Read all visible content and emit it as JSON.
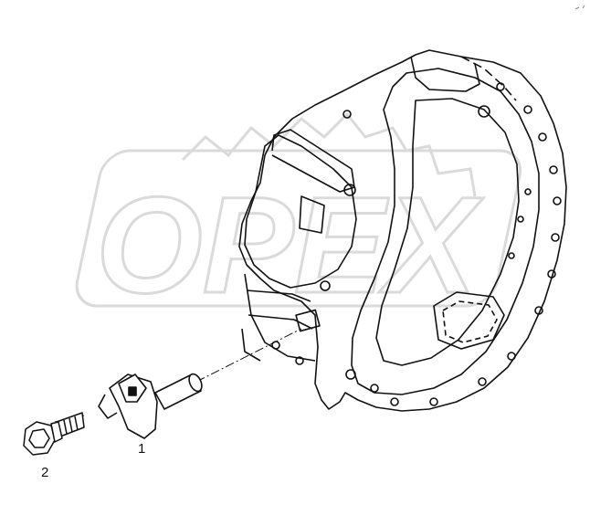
{
  "callouts": [
    {
      "id": "1",
      "label": "1"
    },
    {
      "id": "2",
      "label": "2"
    }
  ],
  "watermark": {
    "text": "OPEX"
  },
  "colors": {
    "line": "#111111",
    "watermark": "#d6d6d6",
    "background": "#ffffff"
  }
}
